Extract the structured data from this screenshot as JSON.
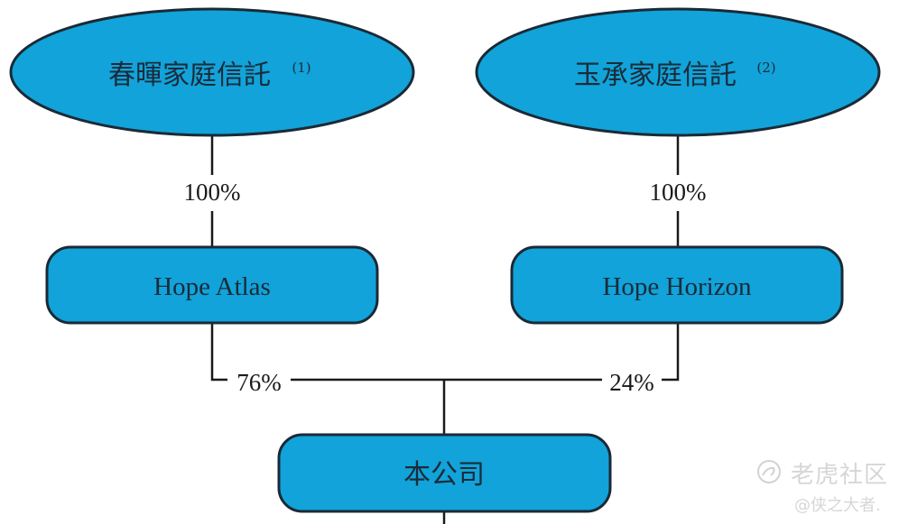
{
  "colors": {
    "node_fill": "#11a3d9",
    "node_stroke": "#1a2a36",
    "line": "#1a1a1a",
    "text": "#1b2b3a",
    "watermark": "#d6d6d6"
  },
  "nodes": {
    "trust_1": {
      "label": "春暉家庭信託",
      "note": "(1)"
    },
    "trust_2": {
      "label": "玉承家庭信託",
      "note": "(2)"
    },
    "holding_1": {
      "label": "Hope Atlas"
    },
    "holding_2": {
      "label": "Hope Horizon"
    },
    "company": {
      "label": "本公司"
    }
  },
  "edges": {
    "trust_1_to_holding_1": "100%",
    "trust_2_to_holding_2": "100%",
    "holding_1_to_company": "76%",
    "holding_2_to_company": "24%"
  },
  "watermark": {
    "brand": "老虎社区",
    "author": "@侠之大者.",
    "icon": "tiger-community-logo-icon"
  }
}
